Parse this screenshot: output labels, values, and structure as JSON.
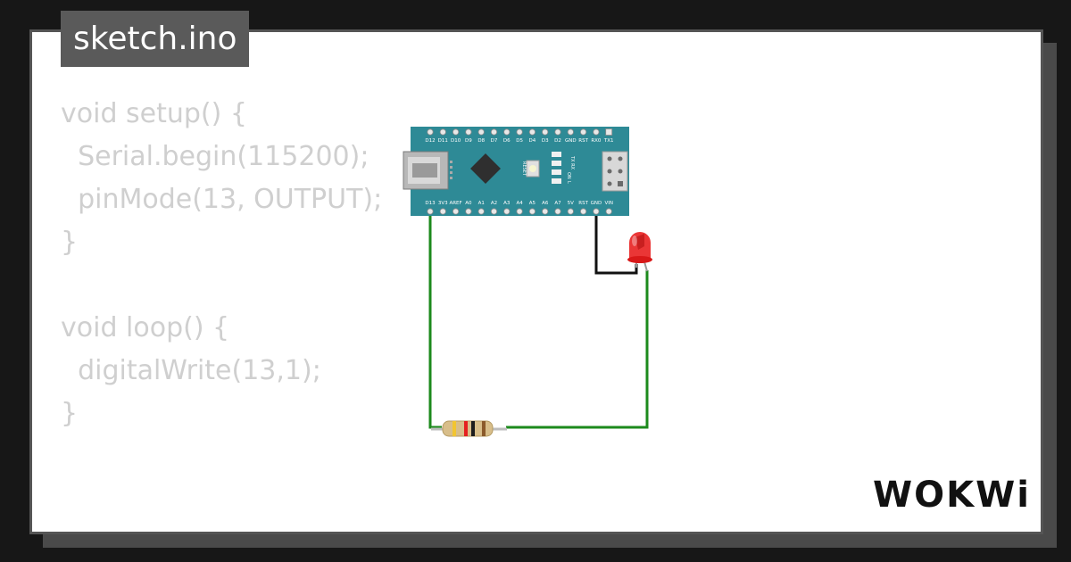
{
  "editor": {
    "file_name": "sketch.ino",
    "code_lines": [
      "void setup() {",
      "  Serial.begin(115200);",
      "  pinMode(13, OUTPUT);",
      "}",
      "",
      "void loop() {",
      "  digitalWrite(13,1);",
      "}"
    ]
  },
  "board": {
    "top_pin_labels": [
      "D12",
      "D11",
      "D10",
      "D9",
      "D8",
      "D7",
      "D6",
      "D5",
      "D4",
      "D3",
      "D2",
      "GND",
      "RST",
      "RX0",
      "TX1"
    ],
    "bottom_pin_labels": [
      "D13",
      "3V3",
      "AREF",
      "A0",
      "A1",
      "A2",
      "A3",
      "A4",
      "A5",
      "A6",
      "A7",
      "5V",
      "RST",
      "GND",
      "VIN"
    ],
    "reset_label": "RESET",
    "led_labels": [
      "TX",
      "RX",
      "ON",
      "L"
    ]
  },
  "brand": {
    "logo_text": "WOKWi"
  },
  "colors": {
    "board": "#2e8a96",
    "wire_green": "#1c8a1c",
    "wire_black": "#111111",
    "led_red": "#e82020"
  }
}
